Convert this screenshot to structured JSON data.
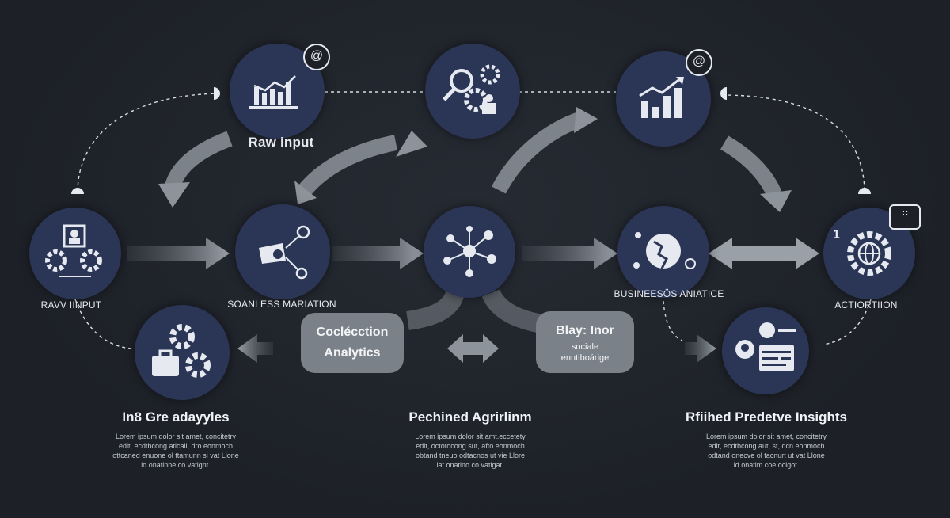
{
  "nodes": {
    "top_left_label": "Raw input",
    "left_label": "RAVV IINPUT",
    "mid_left_label": "SOANLESS MARIATION",
    "mid_right_label": "BUSINEESÖS ANIATICE",
    "right_label": "ACTIORTIION",
    "right_badge": "1"
  },
  "pills": {
    "left": {
      "title_1": "Coclécction",
      "title_2": "Analytics"
    },
    "right": {
      "title": "Blay: Inor",
      "sub_1": "sociale",
      "sub_2": "enntiboárige"
    }
  },
  "blocks": [
    {
      "title": "In8 Gre adayyles",
      "lines": [
        "Lorem ipsum dolor sit amet, concitetry",
        "edit, ecdtbcong aticali, dro eonmoch",
        "ottcaned enuone ol ttamunn si vat Llone",
        "ld onatinne co vatignt."
      ]
    },
    {
      "title": "Pechined Agrirlinm",
      "lines": [
        "Lorem ipsum dolor sit amt.eccetety",
        "edit, octotocong sut, afto eonmoch",
        "obtand tneuo odtacnos ut vie Llore",
        "lat onatino co vatigat."
      ]
    },
    {
      "title": "Rfiihed Predetve Insights",
      "lines": [
        "Lorem ipsum dolor sit amet, concitetry",
        "edit, ecdtbcong aut, st, dcn eonmoch",
        "odtand onecve ol tacnurt ut vat Llone",
        "ld onatim coe ocigot."
      ]
    }
  ],
  "colors": {
    "background": "#1d2127",
    "node": "#2b3656",
    "icon": "#e6eaf0",
    "pill": "#7b8188",
    "arrow": "#8d939a"
  }
}
